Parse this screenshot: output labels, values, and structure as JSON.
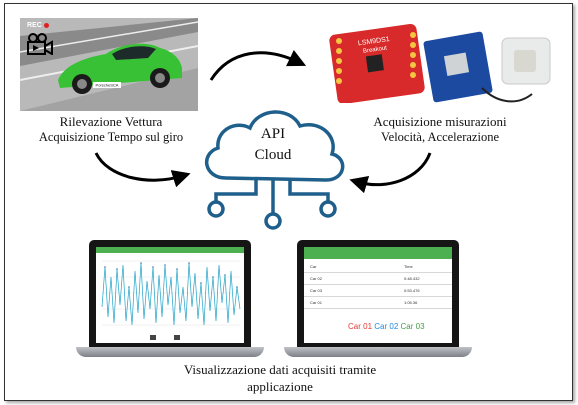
{
  "diagram": {
    "vehicle_caption": {
      "line1": "Rilevazione Vettura",
      "line2": "Acquisizione Tempo sul giro"
    },
    "sensor_caption": {
      "line1": "Acquisizione misurazioni",
      "line2": "Velocità, Accelerazione"
    },
    "cloud_label": {
      "line1": "API",
      "line2": "Cloud"
    },
    "visualization_caption": {
      "line1": "Visualizzazione dati acquisiti tramite",
      "line2": "applicazione"
    },
    "rec_indicator": "REC",
    "car_plate": "PorscheSCA",
    "sensor_board_text": {
      "line1": "LSM9DS1",
      "line2": "Breakout"
    }
  },
  "app_table": {
    "headers": [
      "Car",
      "Time"
    ],
    "rows": [
      {
        "car": "Car 02",
        "time": "0:48.432"
      },
      {
        "car": "Car 03",
        "time": "0:53.476"
      },
      {
        "car": "Car 01",
        "time": "1:05.36"
      }
    ],
    "legend": [
      {
        "label": "Car 01",
        "color": "#e53935"
      },
      {
        "label": "Car 02",
        "color": "#1e88e5"
      },
      {
        "label": "Car 03",
        "color": "#43a047"
      }
    ]
  },
  "colors": {
    "cloud_stroke": "#1f5f8b",
    "app_header": "#4caf50",
    "car_body": "#39c136",
    "sensor_board": "#d82a2a",
    "gps_board": "#1b4aa0"
  }
}
